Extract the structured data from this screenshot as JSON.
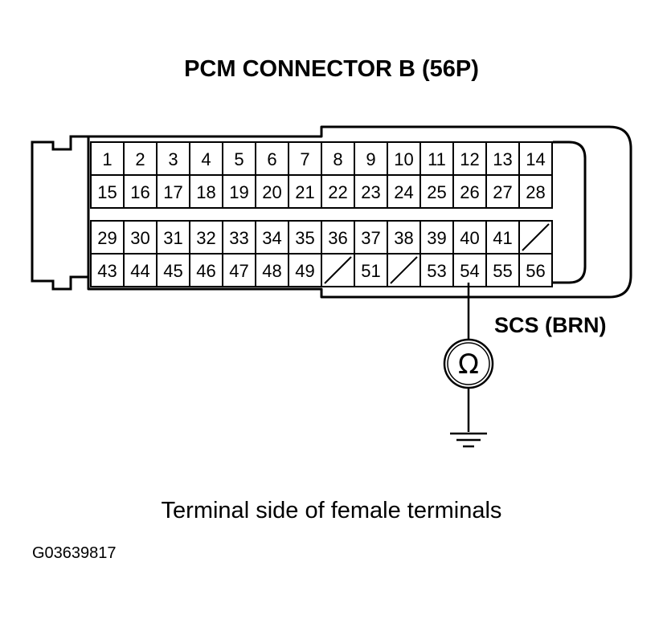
{
  "title": "PCM CONNECTOR B (56P)",
  "wire_label": "SCS (BRN)",
  "caption": "Terminal side of female terminals",
  "figure_id": "G03639817",
  "meter_symbol": "Ω",
  "rows": [
    [
      "1",
      "2",
      "3",
      "4",
      "5",
      "6",
      "7",
      "8",
      "9",
      "10",
      "11",
      "12",
      "13",
      "14"
    ],
    [
      "15",
      "16",
      "17",
      "18",
      "19",
      "20",
      "21",
      "22",
      "23",
      "24",
      "25",
      "26",
      "27",
      "28"
    ],
    [
      "29",
      "30",
      "31",
      "32",
      "33",
      "34",
      "35",
      "36",
      "37",
      "38",
      "39",
      "40",
      "41",
      ""
    ],
    [
      "43",
      "44",
      "45",
      "46",
      "47",
      "48",
      "49",
      "",
      "51",
      "",
      "53",
      "54",
      "55",
      "56"
    ]
  ],
  "empty_cells": [
    [
      2,
      13
    ],
    [
      3,
      7
    ],
    [
      3,
      9
    ]
  ],
  "probe_pin": "54"
}
